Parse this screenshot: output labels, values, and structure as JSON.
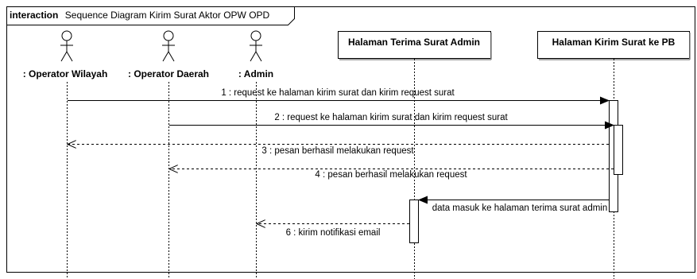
{
  "frame": {
    "keyword": "interaction",
    "name": "Sequence Diagram Kirim Surat Aktor OPW OPD"
  },
  "actors": [
    {
      "id": "opw",
      "label": ": Operator Wilayah"
    },
    {
      "id": "opd",
      "label": ": Operator Daerah"
    },
    {
      "id": "admin",
      "label": ": Admin"
    }
  ],
  "lifeline_boxes": [
    {
      "id": "terima",
      "label": "Halaman Terima Surat Admin"
    },
    {
      "id": "kirim",
      "label": "Halaman Kirim Surat ke PB"
    }
  ],
  "messages": [
    {
      "label": "1 : request ke halaman kirim surat dan kirim request surat",
      "from": "opw",
      "to": "kirim",
      "kind": "sync"
    },
    {
      "label": "2 : request ke halaman kirim surat dan kirim request surat",
      "from": "opd",
      "to": "kirim",
      "kind": "sync"
    },
    {
      "label": "3 : pesan berhasil melakukan request",
      "from": "kirim",
      "to": "opw",
      "kind": "return"
    },
    {
      "label": "4 : pesan berhasil melakukan request",
      "from": "kirim",
      "to": "opd",
      "kind": "return"
    },
    {
      "label": "data masuk ke halaman terima surat admin",
      "from": "kirim",
      "to": "terima",
      "kind": "sync"
    },
    {
      "label": "6 : kirim notifikasi email",
      "from": "terima",
      "to": "admin",
      "kind": "return"
    }
  ]
}
